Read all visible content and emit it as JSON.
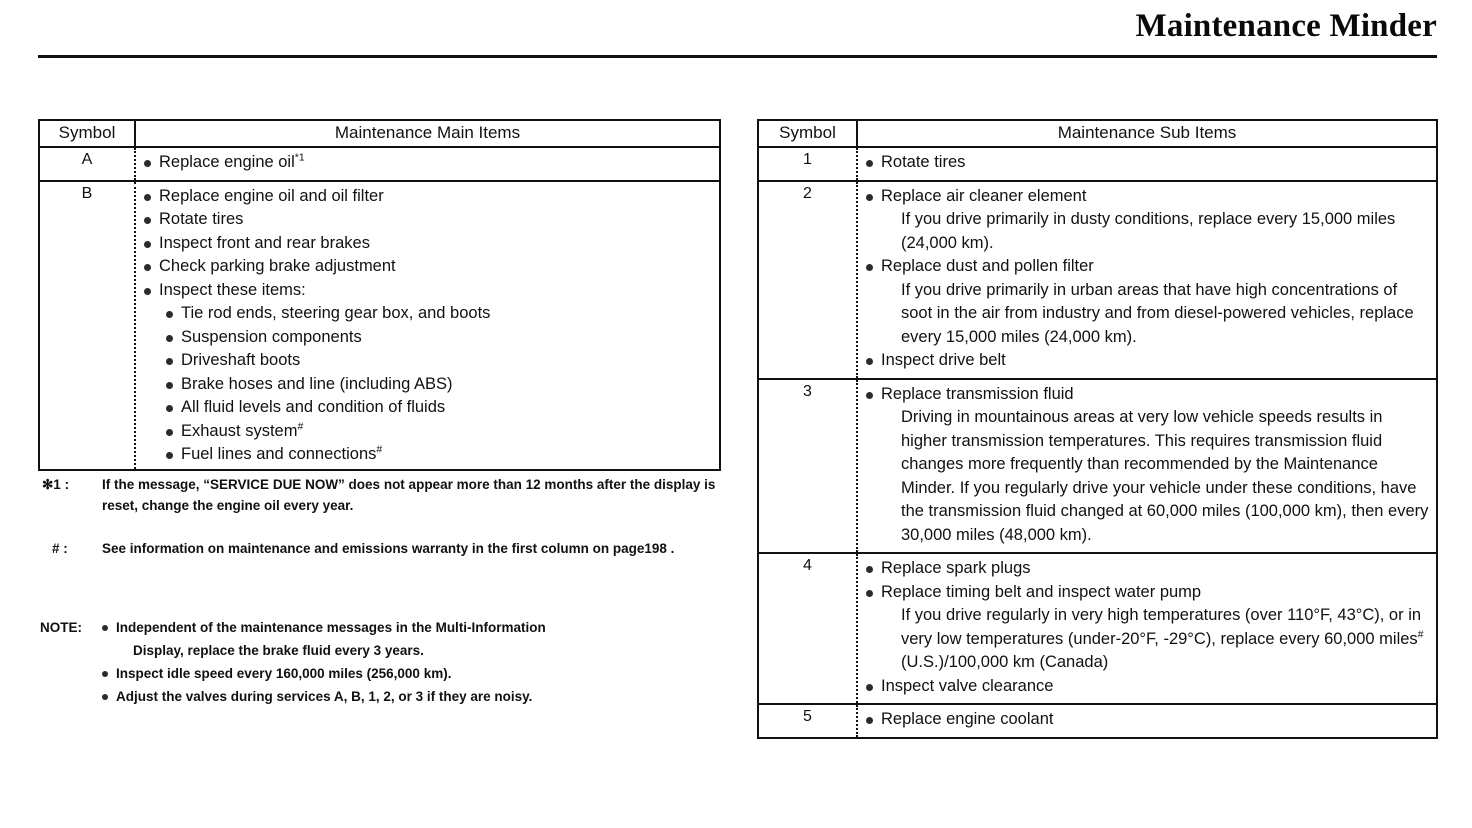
{
  "header": {
    "title": "Maintenance Minder"
  },
  "main_table": {
    "columns": [
      "Symbol",
      "Maintenance Main Items"
    ],
    "rows": [
      {
        "symbol": "A",
        "items": [
          {
            "text": "Replace engine oil",
            "mark": "*1"
          }
        ]
      },
      {
        "symbol": "B",
        "items": [
          {
            "text": "Replace engine oil and oil filter"
          },
          {
            "text": "Rotate tires"
          },
          {
            "text": "Inspect front and rear brakes"
          },
          {
            "text": "Check parking brake adjustment"
          },
          {
            "text": "Inspect these items:"
          }
        ],
        "subitems": [
          {
            "text": "Tie rod ends, steering gear box, and boots"
          },
          {
            "text": "Suspension components"
          },
          {
            "text": "Driveshaft boots"
          },
          {
            "text": "Brake hoses and line (including ABS)"
          },
          {
            "text": "All fluid levels and condition of fluids"
          },
          {
            "text": "Exhaust system",
            "mark": "#"
          },
          {
            "text": "Fuel lines and connections",
            "mark": "#"
          }
        ]
      }
    ]
  },
  "sub_table": {
    "columns": [
      "Symbol",
      "Maintenance Sub Items"
    ],
    "rows": [
      {
        "symbol": "1",
        "items": [
          {
            "text": "Rotate tires"
          }
        ]
      },
      {
        "symbol": "2",
        "items": [
          {
            "text": "Replace air cleaner element",
            "detail": "If you drive primarily in dusty conditions, replace every 15,000 miles (24,000 km)."
          },
          {
            "text": "Replace dust and pollen filter",
            "detail": "If you drive primarily in urban areas that have high concentrations of soot in the air from industry and from diesel-powered vehicles, replace every 15,000 miles (24,000 km)."
          },
          {
            "text": "Inspect drive belt"
          }
        ]
      },
      {
        "symbol": "3",
        "items": [
          {
            "text": "Replace transmission fluid",
            "detail": "Driving in mountainous areas at very low vehicle speeds results in higher transmission temperatures. This requires transmission fluid changes more frequently than recommended by the Maintenance Minder. If you regularly drive your vehicle under these conditions, have the transmission fluid changed at 60,000 miles (100,000 km), then every 30,000 miles (48,000 km)."
          }
        ]
      },
      {
        "symbol": "4",
        "items": [
          {
            "text": "Replace spark plugs"
          },
          {
            "text": "Replace timing belt and inspect water pump",
            "detail_pre": "If you drive regularly in very high temperatures (over 110°F, 43°C), or in very low temperatures (under-20°F, -29°C), replace every 60,000 miles",
            "detail_mark": "#",
            "detail_post": " (U.S.)/100,000 km (Canada)"
          },
          {
            "text": "Inspect valve clearance"
          }
        ]
      },
      {
        "symbol": "5",
        "items": [
          {
            "text": "Replace engine coolant"
          }
        ]
      }
    ]
  },
  "footnotes": [
    {
      "key": "✻1 :",
      "text": "If the message, “SERVICE DUE NOW” does not appear more than 12 months after the display is reset, change the engine oil every year."
    },
    {
      "key": "# :",
      "text": "See information on maintenance and emissions warranty in the first column on page198 ."
    }
  ],
  "note": {
    "label": "NOTE:",
    "items": [
      {
        "line1": "Independent of the maintenance messages in the Multi-Information",
        "line2": "Display, replace the brake fluid every 3 years."
      },
      {
        "line1": "Inspect idle speed every 160,000 miles (256,000 km)."
      },
      {
        "line1": "Adjust the valves during services A, B, 1, 2, or 3 if they are noisy."
      }
    ]
  }
}
